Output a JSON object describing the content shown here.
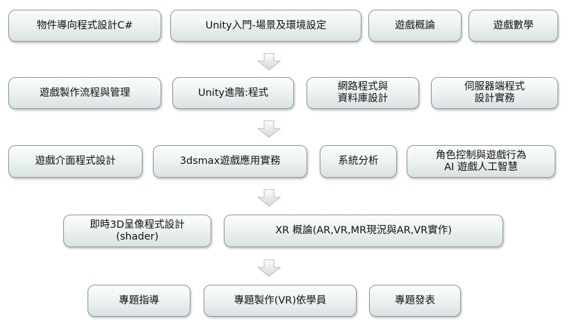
{
  "rows": [
    [
      "物件導向程式設計C#",
      "Unity入門-場景及環境設定",
      "遊戲概論",
      "遊戲數學"
    ],
    [
      "遊戲製作流程與管理",
      "Unity進階:程式",
      "網路程式與\n資料庫設計",
      "伺服器端程式\n設計實務"
    ],
    [
      "遊戲介面程式設計",
      "3dsmax遊戲應用實務",
      "系統分析",
      "角色控制與遊戲行為\nAI 遊戲人工智慧"
    ],
    [
      "即時3D呈像程式設計\n(shader)",
      "XR 概論(AR,VR,MR現況與AR,VR實作)"
    ],
    [
      "專題指導",
      "專題製作(VR)依學員",
      "專題發表"
    ]
  ]
}
